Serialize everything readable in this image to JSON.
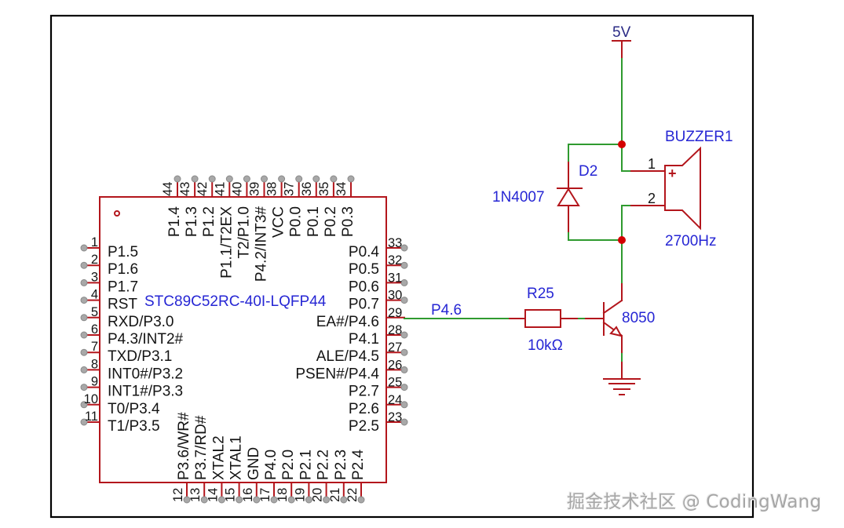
{
  "colors": {
    "wire": "#2f9a2f",
    "component": "#b3161c",
    "junction": "#d40000",
    "label_blue": "#2626d4",
    "terminal": "#a8a8a8"
  },
  "chip": {
    "part_name": "STC89C52RC-40I-LQFP44",
    "pins": {
      "left": [
        {
          "num": "1",
          "label": "P1.5"
        },
        {
          "num": "2",
          "label": "P1.6"
        },
        {
          "num": "3",
          "label": "P1.7"
        },
        {
          "num": "4",
          "label": "RST"
        },
        {
          "num": "5",
          "label": "RXD/P3.0"
        },
        {
          "num": "6",
          "label": "P4.3/INT2#"
        },
        {
          "num": "7",
          "label": "TXD/P3.1"
        },
        {
          "num": "8",
          "label": "INT0#/P3.2"
        },
        {
          "num": "9",
          "label": "INT1#/P3.3"
        },
        {
          "num": "10",
          "label": "T0/P3.4"
        },
        {
          "num": "11",
          "label": "T1/P3.5"
        }
      ],
      "right": [
        {
          "num": "33",
          "label": "P0.4"
        },
        {
          "num": "32",
          "label": "P0.5"
        },
        {
          "num": "31",
          "label": "P0.6"
        },
        {
          "num": "30",
          "label": "P0.7"
        },
        {
          "num": "29",
          "label": "EA#/P4.6",
          "connected": true
        },
        {
          "num": "28",
          "label": "P4.1"
        },
        {
          "num": "27",
          "label": "ALE/P4.5"
        },
        {
          "num": "26",
          "label": "PSEN#/P4.4"
        },
        {
          "num": "25",
          "label": "P2.7"
        },
        {
          "num": "24",
          "label": "P2.6"
        },
        {
          "num": "23",
          "label": "P2.5"
        }
      ],
      "top": [
        {
          "num": "44",
          "label": "P1.4"
        },
        {
          "num": "43",
          "label": "P1.3"
        },
        {
          "num": "42",
          "label": "P1.2"
        },
        {
          "num": "41",
          "label": "P1.1/T2EX"
        },
        {
          "num": "40",
          "label": "T2/P1.0"
        },
        {
          "num": "39",
          "label": "P4.2/INT3#"
        },
        {
          "num": "38",
          "label": "VCC"
        },
        {
          "num": "37",
          "label": "P0.0"
        },
        {
          "num": "36",
          "label": "P0.1"
        },
        {
          "num": "35",
          "label": "P0.2"
        },
        {
          "num": "34",
          "label": "P0.3"
        }
      ],
      "bottom": [
        {
          "num": "12",
          "label": "P3.6/WR#"
        },
        {
          "num": "13",
          "label": "P3.7/RD#"
        },
        {
          "num": "14",
          "label": "XTAL2"
        },
        {
          "num": "15",
          "label": "XTAL1"
        },
        {
          "num": "16",
          "label": "GND"
        },
        {
          "num": "17",
          "label": "P4.0"
        },
        {
          "num": "18",
          "label": "P2.0"
        },
        {
          "num": "19",
          "label": "P2.1"
        },
        {
          "num": "20",
          "label": "P2.2"
        },
        {
          "num": "21",
          "label": "P2.3"
        },
        {
          "num": "22",
          "label": "P2.4"
        }
      ]
    }
  },
  "net_label": "P4.6",
  "power": {
    "label": "5V"
  },
  "diode": {
    "ref": "D2",
    "value": "1N4007"
  },
  "buzzer": {
    "ref": "BUZZER1",
    "value": "2700Hz",
    "pin1": "1",
    "pin2": "2",
    "polarity": "+"
  },
  "resistor": {
    "ref": "R25",
    "value": "10kΩ"
  },
  "transistor": {
    "value": "8050"
  },
  "watermark": "掘金技术社区 @ CodingWang"
}
